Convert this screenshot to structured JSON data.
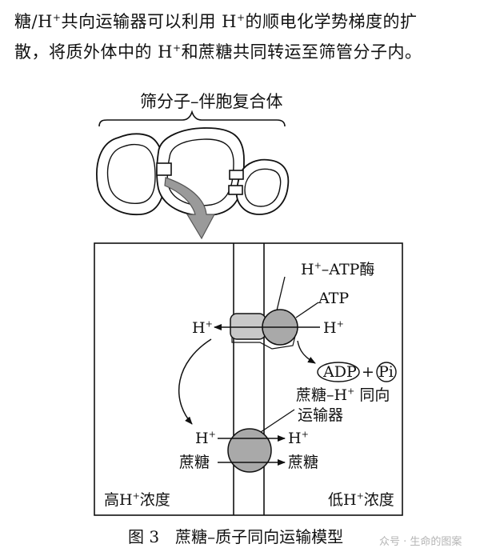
{
  "paragraph": {
    "line1_a": "糖/H",
    "line1_sup": "+",
    "line1_b": "共向运输器可以利用 H",
    "line1_sup2": "+",
    "line1_c": "的顺电化学势梯度的扩",
    "line2_a": "散，将质外体中的 H",
    "line2_sup": "+",
    "line2_b": "和蔗糖共同转运至筛管分子内。"
  },
  "diagram": {
    "complex_label": "筛分子–伴胞复合体",
    "atpase_label": "H",
    "atpase_sup": "+",
    "atpase_suffix": "–ATP酶",
    "atp_label": "ATP",
    "h_left": "H",
    "h_right": "H",
    "h_sup": "+",
    "adp_label": "ADP",
    "plus": "+",
    "pi_label": "Pi",
    "symporter_line1_a": "蔗糖–H",
    "symporter_sup": "+",
    "symporter_line1_b": " 同向",
    "symporter_line2": "运输器",
    "h_in_left": "H",
    "h_in_right": "H",
    "sucrose_left": "蔗糖",
    "sucrose_right": "蔗糖",
    "high_label_a": "高H",
    "high_sup": "+",
    "high_label_b": "浓度",
    "low_label_a": "低H",
    "low_sup": "+",
    "low_label_b": "浓度",
    "caption": "图 3　蔗糖–质子同向运输模型"
  },
  "watermark": "众号 · 生命的图案",
  "colors": {
    "shape_fill": "#a9a9a9",
    "pump_fill": "#c8c8c8",
    "arrow_fill": "#9a9a9a",
    "ink": "#111111"
  }
}
